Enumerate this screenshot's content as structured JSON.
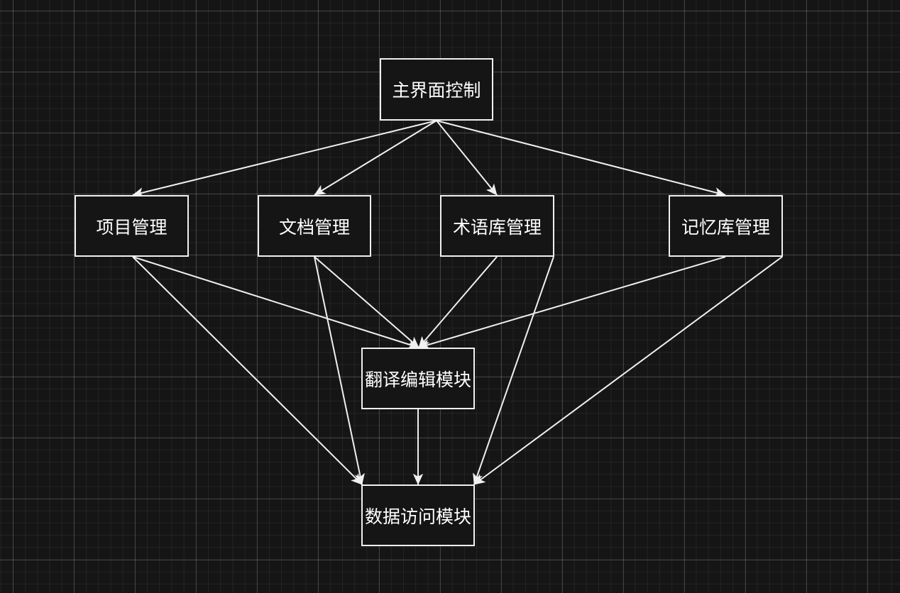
{
  "diagram": {
    "nodes": {
      "main_ui": "主界面控制",
      "project_mgmt": "项目管理",
      "doc_mgmt": "文档管理",
      "termbase_mgmt": "术语库管理",
      "memory_mgmt": "记忆库管理",
      "translation_editor": "翻译编辑模块",
      "data_access": "数据访问模块"
    },
    "edges": [
      [
        "main_ui",
        "project_mgmt"
      ],
      [
        "main_ui",
        "doc_mgmt"
      ],
      [
        "main_ui",
        "termbase_mgmt"
      ],
      [
        "main_ui",
        "memory_mgmt"
      ],
      [
        "project_mgmt",
        "translation_editor"
      ],
      [
        "doc_mgmt",
        "translation_editor"
      ],
      [
        "termbase_mgmt",
        "translation_editor"
      ],
      [
        "memory_mgmt",
        "translation_editor"
      ],
      [
        "project_mgmt",
        "data_access"
      ],
      [
        "doc_mgmt",
        "data_access"
      ],
      [
        "termbase_mgmt",
        "data_access"
      ],
      [
        "memory_mgmt",
        "data_access"
      ],
      [
        "translation_editor",
        "data_access"
      ]
    ]
  },
  "colors": {
    "background": "#151515",
    "stroke": "#f0f0f0",
    "text": "#ffffff"
  }
}
